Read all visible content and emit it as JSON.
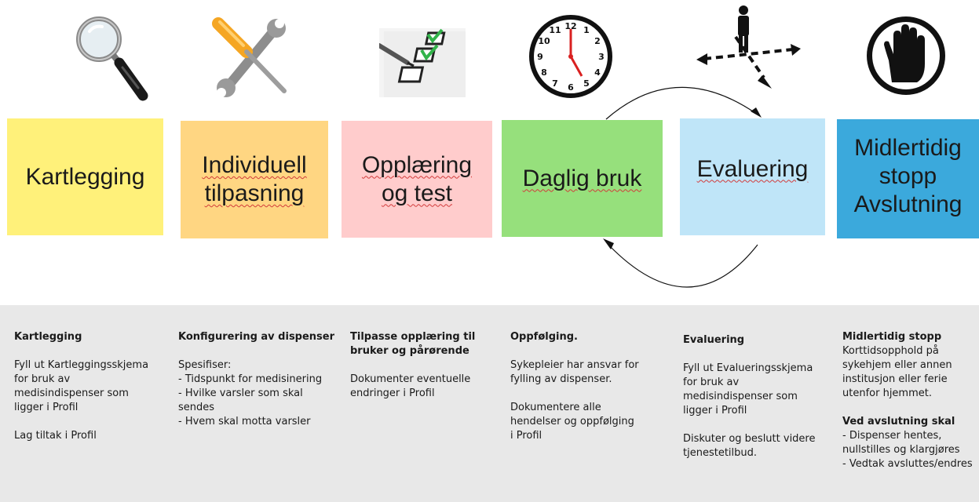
{
  "icons": [
    "magnifier-icon",
    "tools-icon",
    "checklist-icon",
    "clock-icon",
    "crossroads-icon",
    "stop-hand-icon"
  ],
  "clock_numbers": [
    "12",
    "1",
    "2",
    "3",
    "4",
    "5",
    "6",
    "7",
    "8",
    "9",
    "10",
    "11"
  ],
  "colors": {
    "kartlegging": "#fff17a",
    "tilpasning": "#ffd682",
    "opplaering": "#ffcccc",
    "daglig": "#96e07c",
    "evaluering": "#bfe5f8",
    "avslutning": "#3ba9dc",
    "panel": "#e8e8e8"
  },
  "stages": [
    {
      "label": "Kartlegging"
    },
    {
      "label": "Individuell\ntilpasning"
    },
    {
      "label": "Opplæring\nog test"
    },
    {
      "label": "Daglig bruk"
    },
    {
      "label": "Evaluering"
    },
    {
      "label": "Midlertidig\nstopp\nAvslutning"
    }
  ],
  "details": [
    {
      "heading": "Kartlegging",
      "text": "Fyll ut Kartleggingsskjema\nfor bruk av\nmedisindispenser som\nligger i Profil\n\nLag tiltak i Profil"
    },
    {
      "heading": "Konfigurering av dispenser",
      "text": "Spesifiser:\n- Tidspunkt for medisinering\n- Hvilke varsler som skal\nsendes\n- Hvem skal motta varsler"
    },
    {
      "heading": "Tilpasse opplæring til\nbruker og pårørende",
      "text": "Dokumenter  eventuelle\nendringer  i Profil"
    },
    {
      "heading": "Oppfølging.",
      "text": "Sykepleier har ansvar for\nfylling av dispenser.\n\nDokumentere alle\nhendelser og oppfølging\ni Profil"
    },
    {
      "heading": "Evaluering",
      "text": "Fyll ut Evalueringsskjema\nfor bruk av\nmedisindispenser som\nligger i Profil\n\nDiskuter og beslutt videre\ntjenestetilbud."
    },
    {
      "heading": "Midlertidig stopp",
      "text": "Korttidsopphold på\nsykehjem eller annen\ninstitusjon eller ferie\nutenfor hjemmet.",
      "heading2": "Ved avslutning skal",
      "text2": "- Dispenser hentes,\nnullstilles og klargjøres\n- Vedtak avsluttes/endres"
    }
  ]
}
